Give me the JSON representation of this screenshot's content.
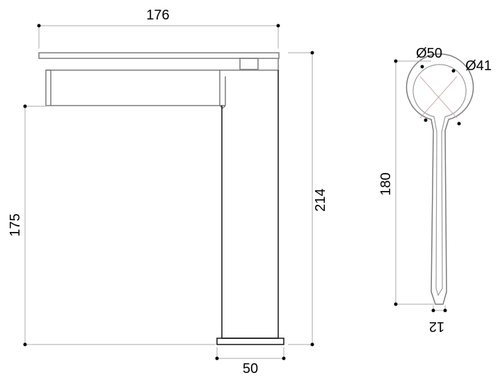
{
  "dimensions": {
    "top_width": "176",
    "spout_height": "175",
    "total_height": "214",
    "base_width": "50",
    "outer_diameter": "Ø50",
    "inner_diameter": "Ø41",
    "handle_length": "180",
    "handle_width": "12"
  }
}
